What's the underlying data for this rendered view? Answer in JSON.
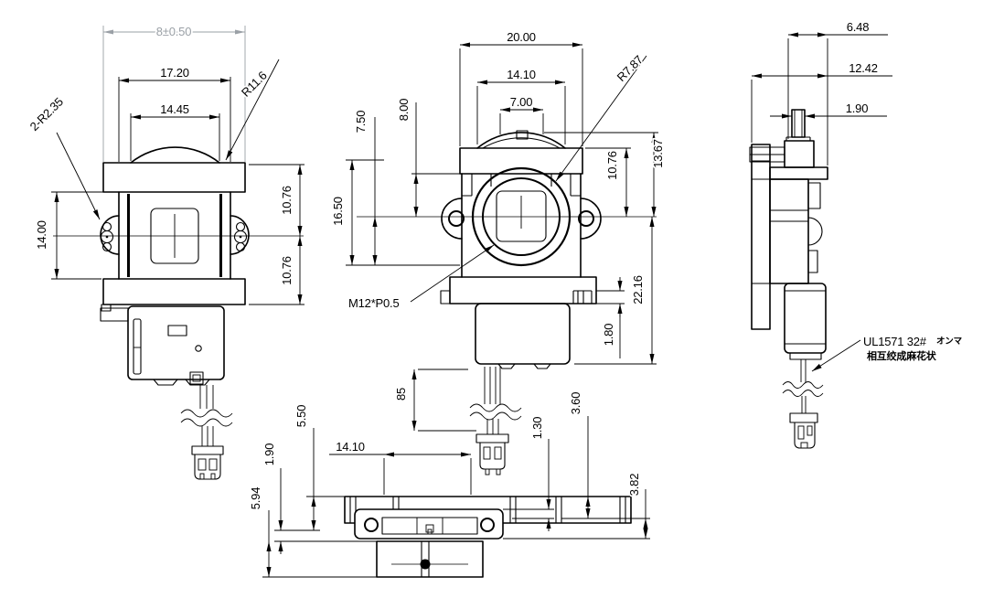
{
  "front_view": {
    "ref_depth": "8±0.50",
    "width_outer": "17.20",
    "width_inner": "14.45",
    "radius_note": "R11.6",
    "holes_note": "2-R2.35",
    "height": "14.00",
    "upper_half": "10.76",
    "lower_half": "10.76"
  },
  "lens_view": {
    "overall_width": "20.00",
    "mid_width": "14.10",
    "inner_width": "7.00",
    "lens_radius": "R7.87",
    "left_upper": "7.50",
    "left_mid": "8.00",
    "left_total": "16.50",
    "right_upper": "10.76",
    "right_outer": "13.67",
    "right_total": "22.16",
    "tab_height": "1.80",
    "thread": "M12*P0.5",
    "wire_length": "85"
  },
  "bottom_view": {
    "slot_width": "14.10",
    "left_a": "5.50",
    "left_b": "1.90",
    "left_c": "5.94",
    "right_a": "1.30",
    "right_b": "3.60",
    "right_c": "3.82"
  },
  "side_view": {
    "front_depth": "6.48",
    "total_depth": "12.42",
    "tab_width": "1.90",
    "wire_spec": "UL1571 32#",
    "wire_spec_note": "オンマ",
    "wire_note": "相互绞成麻花状"
  }
}
